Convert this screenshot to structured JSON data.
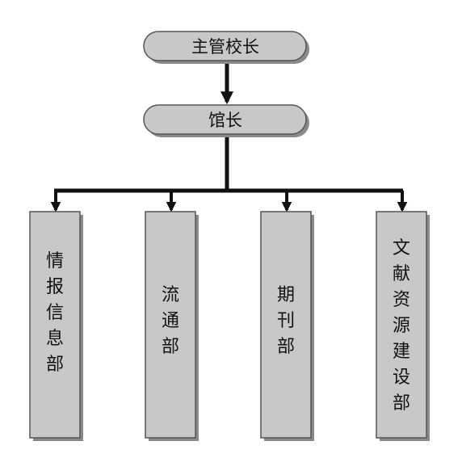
{
  "org_chart": {
    "top": {
      "label": "主管校长"
    },
    "middle": {
      "label": "馆长"
    },
    "departments": [
      {
        "label": "情报信息部"
      },
      {
        "label": "流通部"
      },
      {
        "label": "期刊部"
      },
      {
        "label": "文献资源建设部"
      }
    ]
  },
  "colors": {
    "box_fill": "#c8c8c8",
    "box_stroke": "#555555",
    "connector": "#111111",
    "shadow": "#8a8a8a"
  }
}
